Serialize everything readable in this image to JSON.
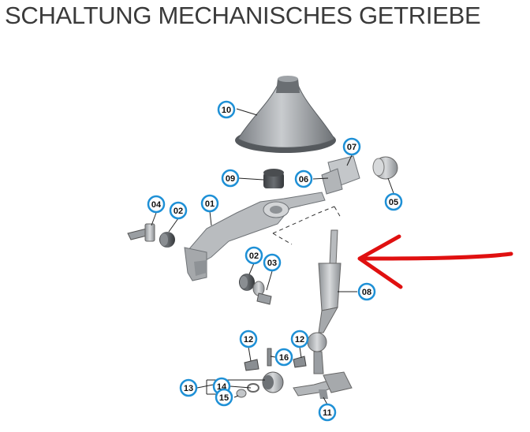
{
  "title": "SCHALTUNG MECHANISCHES GETRIEBE",
  "colors": {
    "callout_ring": "#1e90d6",
    "arrow": "#e01010",
    "part_gray": "#a9adb1",
    "part_dark": "#5e6266"
  },
  "parts": [
    {
      "id": "p10",
      "label": "10",
      "name": "shift-boot"
    },
    {
      "id": "p07",
      "label": "07",
      "name": "bracket"
    },
    {
      "id": "p05",
      "label": "05",
      "name": "bushing"
    },
    {
      "id": "p09",
      "label": "09",
      "name": "bearing-nut"
    },
    {
      "id": "p06",
      "label": "06",
      "name": "holder"
    },
    {
      "id": "p04a",
      "label": "04",
      "name": "bolt"
    },
    {
      "id": "p02a",
      "label": "02",
      "name": "bushing"
    },
    {
      "id": "p01",
      "label": "01",
      "name": "shift-lever-arm"
    },
    {
      "id": "p02b",
      "label": "02",
      "name": "bushing"
    },
    {
      "id": "p03",
      "label": "03",
      "name": "bolt"
    },
    {
      "id": "p08",
      "label": "08",
      "name": "gear-lever"
    },
    {
      "id": "p12a",
      "label": "12",
      "name": "clip"
    },
    {
      "id": "p12b",
      "label": "12",
      "name": "clip"
    },
    {
      "id": "p16",
      "label": "16",
      "name": "pin"
    },
    {
      "id": "p13",
      "label": "13",
      "name": "joint-assembly"
    },
    {
      "id": "p14",
      "label": "14",
      "name": "ring"
    },
    {
      "id": "p15",
      "label": "15",
      "name": "washer"
    },
    {
      "id": "p11",
      "label": "11",
      "name": "selector-rod"
    }
  ]
}
